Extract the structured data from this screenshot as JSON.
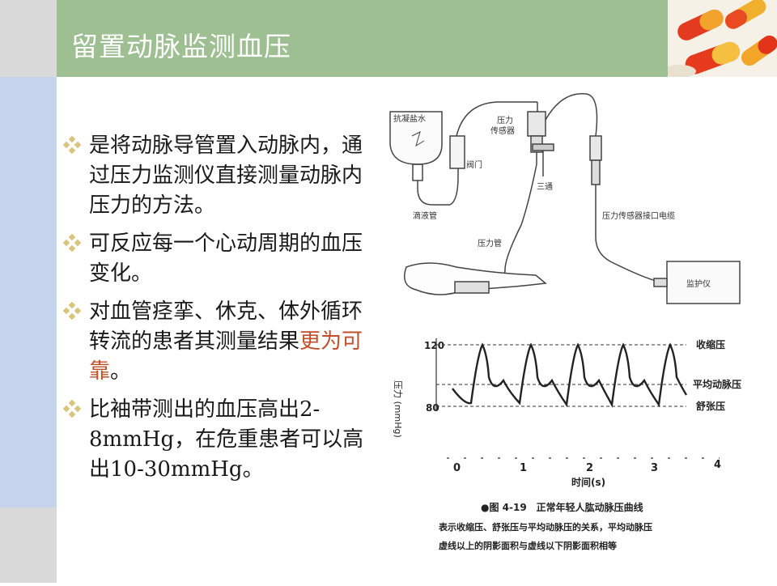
{
  "slide": {
    "title": "留置动脉监测血压"
  },
  "bullets": [
    {
      "text": "是将动脉导管置入动脉内，通过压力监测仪直接测量动脉内压力的方法。"
    },
    {
      "text": "可反应每一个心动周期的血压变化。"
    },
    {
      "text_before": "对血管痉挛、休克、体外循环转流的患者其测量结果",
      "highlight": "更为可靠",
      "text_after": "。"
    },
    {
      "text": "比袖带测出的血压高出2-8mmHg，在危重患者可以高出10-30mmHg。"
    }
  ],
  "diagram": {
    "labels": {
      "anticoag": "抗凝盐水",
      "sensor": "压力\n传感器",
      "valve": "阀门",
      "three_way": "三通",
      "drip_tube": "滴液管",
      "pressure_tube": "压力管",
      "sensor_cable": "压力传感器接口电缆",
      "monitor": "监护仪"
    }
  },
  "chart": {
    "y_axis_label": "压力\n(mmHg)",
    "y_ticks": [
      "120",
      "80"
    ],
    "right_labels": [
      "收缩压",
      "平均动脉压",
      "舒张压"
    ],
    "x_ticks": [
      "0",
      "1",
      "2",
      "3",
      "4"
    ],
    "x_label": "时间(s)",
    "caption_title": "●图 4-19　正常年轻人肱动脉压曲线",
    "caption_line1": "表示收缩压、舒张压与平均动脉压的关系，平均动脉压",
    "caption_line2": "虚线以上的阴影面积与虚线以下阴影面积相等"
  },
  "colors": {
    "title_bar": "#9ebf91",
    "left_strip": "#c5d3ec",
    "bullet_marker": "#d8c47a",
    "highlight": "#c0502a"
  }
}
